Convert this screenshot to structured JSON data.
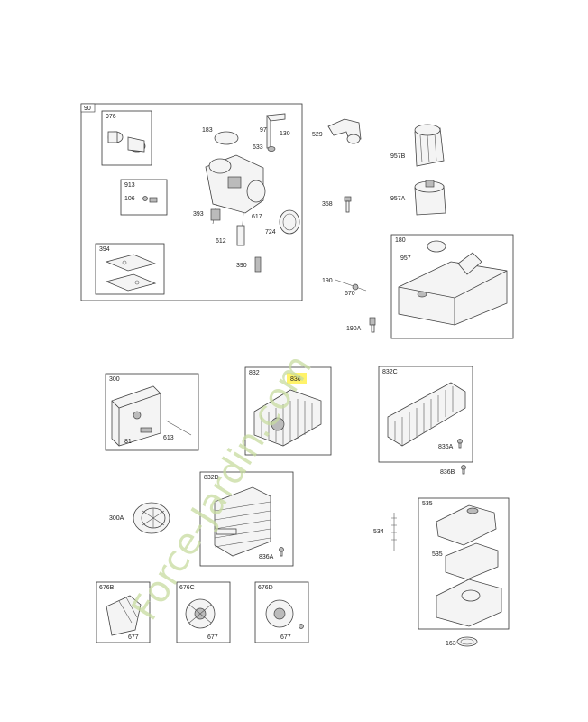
{
  "colors": {
    "watermark": "#b9d38a",
    "highlight": "#fff36a",
    "line": "#333333"
  },
  "watermark": {
    "text": "Force-Jardin.com"
  },
  "groups": {
    "g90": "90",
    "g976": "976",
    "g913": "913",
    "g394": "394",
    "g180": "180",
    "g300": "300",
    "g832": "832",
    "g832c": "832C",
    "g832d": "832D",
    "g535": "535",
    "g676b": "676B",
    "g676c": "676C",
    "g676d": "676D"
  },
  "labels": {
    "p183": "183",
    "p97": "97",
    "p633": "633",
    "p130": "130",
    "p529": "529",
    "p957b": "957B",
    "p957a": "957A",
    "p106": "106",
    "p358": "358",
    "p393": "393",
    "p617": "617",
    "p724": "724",
    "p612": "612",
    "p390": "390",
    "p957": "957",
    "p190": "190",
    "p670": "670",
    "p190a": "190A",
    "p81": "81",
    "p613": "613",
    "p836": "836",
    "p836a": "836A",
    "p836b": "836B",
    "p300a": "300A",
    "p836a2": "836A",
    "p534": "534",
    "p535": "535",
    "p677a": "677",
    "p677b": "677",
    "p677c": "677",
    "p163": "163"
  }
}
